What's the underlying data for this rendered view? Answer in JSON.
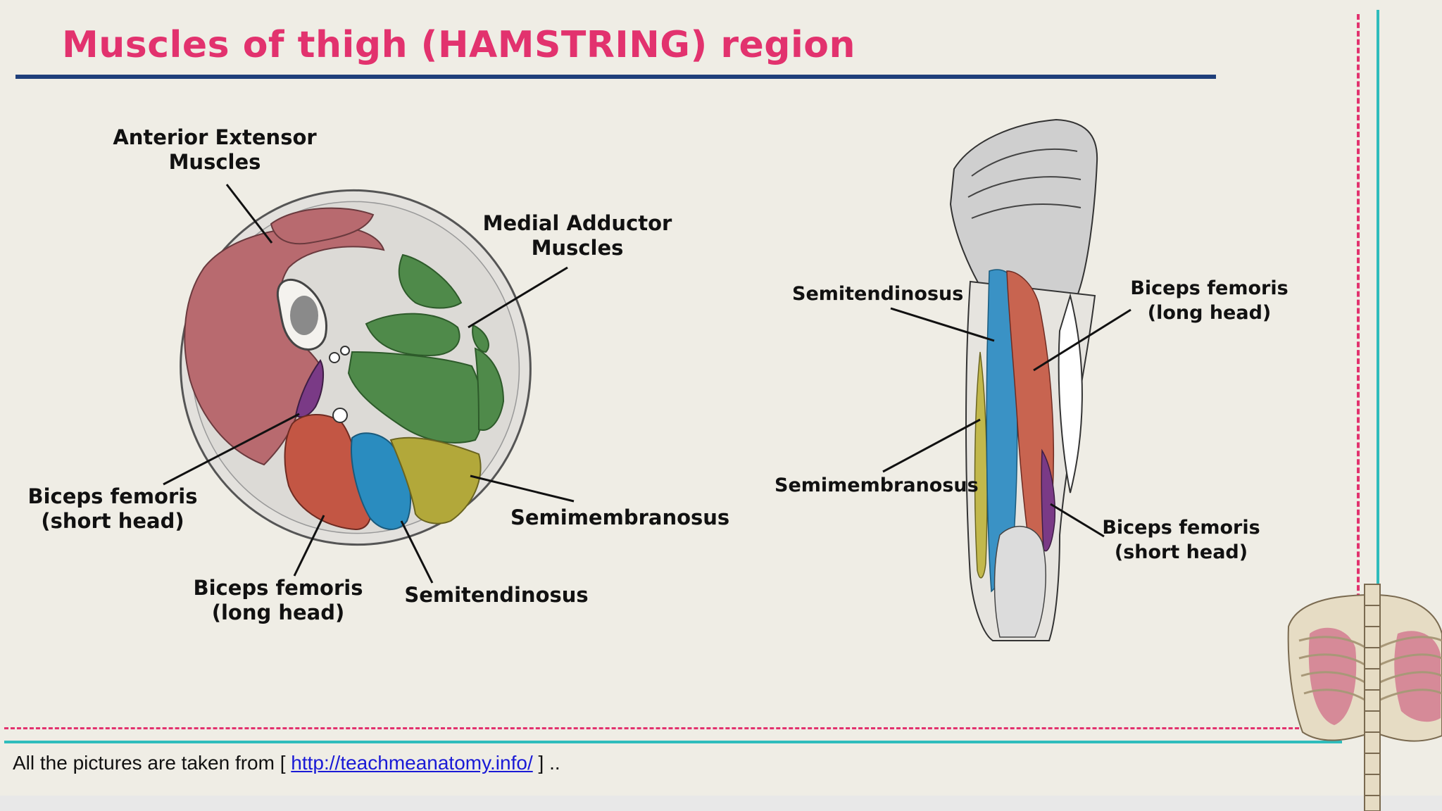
{
  "slide": {
    "title": "Muscles of thigh (HAMSTRING) region"
  },
  "cross_section": {
    "labels": {
      "anterior_extensor": "Anterior Extensor\nMuscles",
      "medial_adductor": "Medial Adductor\nMuscles",
      "biceps_short": "Biceps femoris\n(short head)",
      "biceps_long": "Biceps femoris\n(long head)",
      "semitendinosus": "Semitendinosus",
      "semimembranosus": "Semimembranosus"
    },
    "colors": {
      "extensor": "#b86a6f",
      "adductor": "#4f8a4a",
      "biceps_long": "#c35644",
      "biceps_short": "#7a3a86",
      "semitendinosus": "#2a8cbf",
      "semimembranosus": "#b2a83a",
      "bone": "#8a8a8a",
      "fat": "#e2e0dc"
    }
  },
  "posterior_view": {
    "labels": {
      "semitendinosus": "Semitendinosus",
      "biceps_long": "Biceps femoris\n(long head)",
      "semimembranosus": "Semimembranosus",
      "biceps_short": "Biceps femoris\n(short head)"
    }
  },
  "footer": {
    "prefix": "All the pictures are taken from [ ",
    "link": "http://teachmeanatomy.info/",
    "suffix": " ] .."
  },
  "colors": {
    "title": "#e2326e",
    "rule": "#1f3f7a",
    "accent_pink": "#e2326e",
    "accent_teal": "#2fbcbc",
    "background": "#efede5"
  }
}
